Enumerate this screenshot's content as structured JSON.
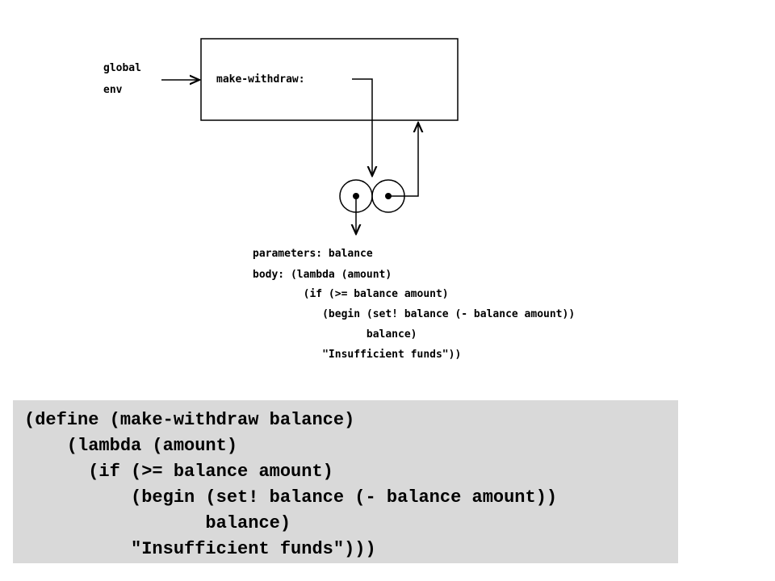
{
  "diagram": {
    "global_env_line1": "global",
    "global_env_line2": "env",
    "binding": "make-withdraw:",
    "procedure_text": [
      "parameters: balance",
      "body: (lambda (amount)",
      "        (if (>= balance amount)",
      "           (begin (set! balance (- balance amount))",
      "                  balance)",
      "           \"Insufficient funds\"))"
    ]
  },
  "code": {
    "lines": [
      "(define (make-withdraw balance)",
      "    (lambda (amount)",
      "      (if (>= balance amount)",
      "          (begin (set! balance (- balance amount))",
      "                 balance)",
      "          \"Insufficient funds\")))"
    ]
  },
  "colors": {
    "ink": "#000000",
    "code_background": "#d9d9d9"
  }
}
